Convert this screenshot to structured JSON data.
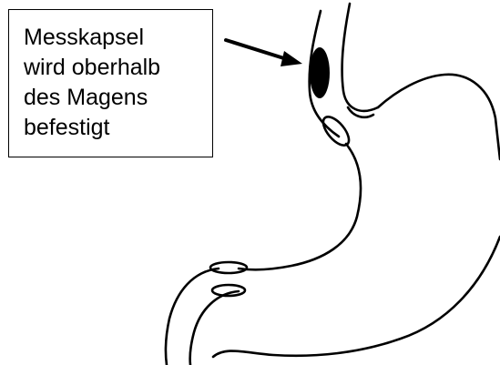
{
  "annotation": {
    "lines": [
      "Messkapsel",
      "wird oberhalb",
      "des Magens",
      "befestigt"
    ]
  },
  "colors": {
    "stroke": "#000000",
    "capsule_fill": "#000000",
    "background": "#ffffff"
  }
}
